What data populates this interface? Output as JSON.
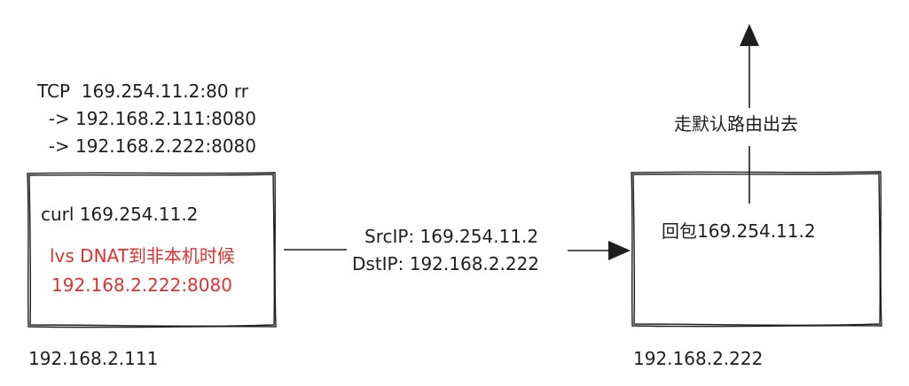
{
  "colors": {
    "stroke": "#1e1e1e",
    "accent_red": "#e03131",
    "background": "#ffffff"
  },
  "lvs_rule": {
    "line1": "TCP  169.254.11.2:80 rr",
    "line2": "  -> 192.168.2.111:8080",
    "line3": "  -> 192.168.2.222:8080"
  },
  "left_box": {
    "command": "curl 169.254.11.2",
    "note_line1": "lvs DNAT到非本机时候",
    "note_line2": "192.168.2.222:8080",
    "host_ip": "192.168.2.111"
  },
  "packet": {
    "src": "SrcIP: 169.254.11.2",
    "dst": "DstIP: 192.168.2.222"
  },
  "right_box": {
    "reply": "回包169.254.11.2",
    "host_ip": "192.168.2.222",
    "route_label": "走默认路由出去"
  }
}
